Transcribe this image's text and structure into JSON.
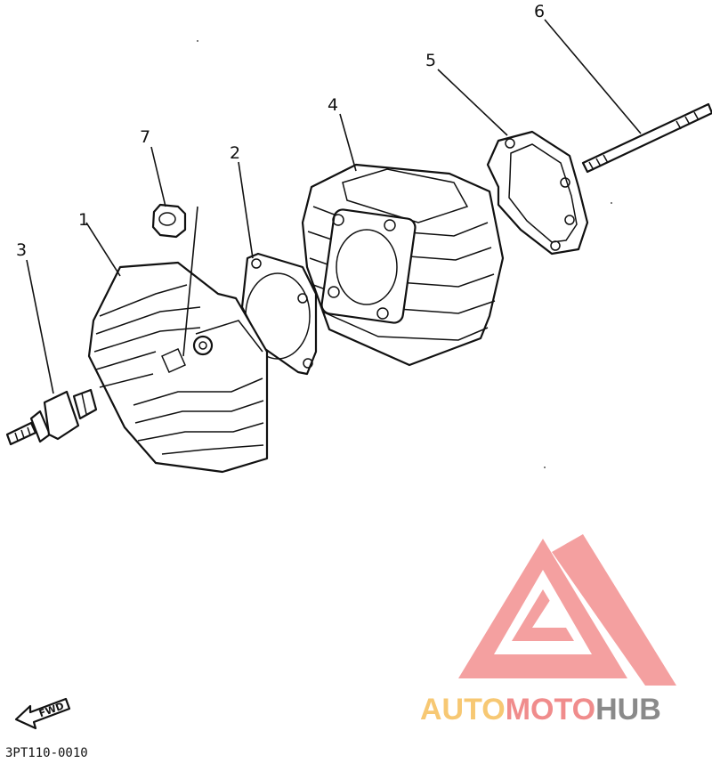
{
  "diagram": {
    "callouts": [
      {
        "id": "callout-1",
        "label": "1"
      },
      {
        "id": "callout-2",
        "label": "2"
      },
      {
        "id": "callout-3",
        "label": "3"
      },
      {
        "id": "callout-4",
        "label": "4"
      },
      {
        "id": "callout-5",
        "label": "5"
      },
      {
        "id": "callout-6",
        "label": "6"
      },
      {
        "id": "callout-7",
        "label": "7"
      }
    ],
    "fwd_label": "FWD",
    "diagram_code": "3PT110-0010"
  },
  "watermark": {
    "brand_parts": [
      "AUTO",
      "MOTO",
      "HUB"
    ],
    "colors": {
      "auto": "#f7c873",
      "moto": "#f08c8c",
      "hub": "#8a8a8a",
      "logo": "#f28f8f"
    }
  }
}
